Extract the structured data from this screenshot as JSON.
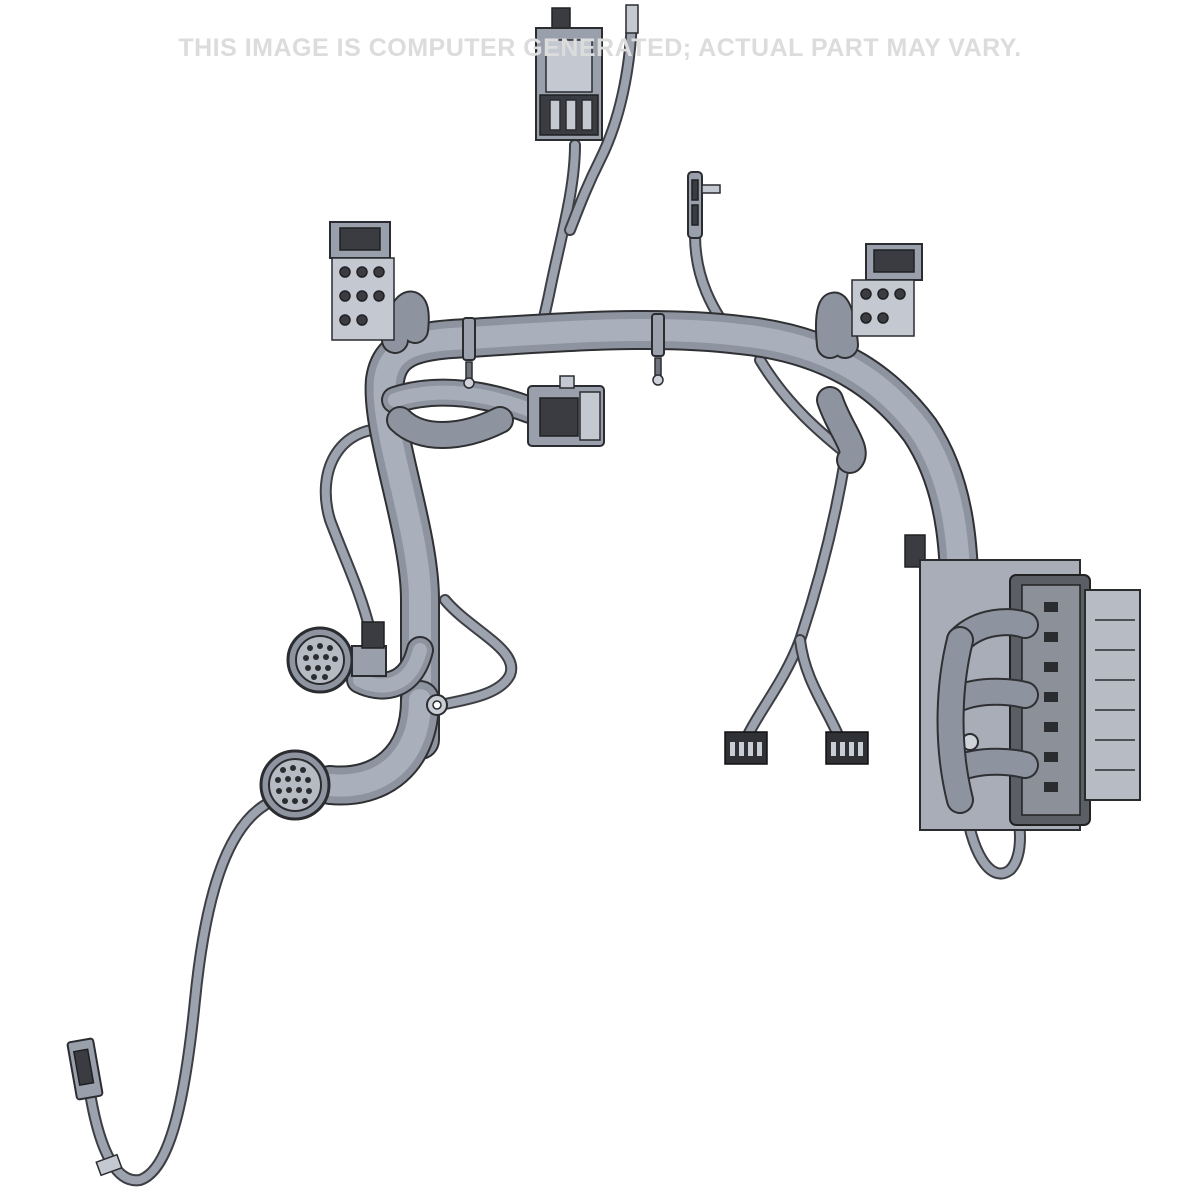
{
  "disclaimer": "THIS IMAGE IS COMPUTER GENERATED; ACTUAL PART MAY VARY.",
  "colors": {
    "cable": "#8e949f",
    "cable_highlight": "#aab0bb",
    "outline": "#2f3033",
    "connector_dark": "#3a3c41",
    "background": "#ffffff"
  },
  "components": [
    "top-connector",
    "top-left-terminal-block",
    "top-right-terminal-block",
    "center-connector",
    "small-plug",
    "round-connector-upper",
    "round-connector-lower",
    "ecu-module",
    "pin-header-left",
    "pin-header-right",
    "end-plug"
  ]
}
